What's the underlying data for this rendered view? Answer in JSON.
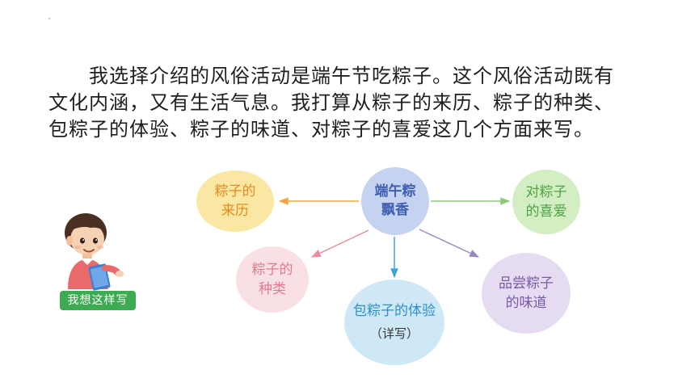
{
  "paragraph": {
    "line1": "我选择介绍的风俗活动是端午节吃粽子。这个风俗活动既有",
    "line2": "文化内涵，又有生活气息。我打算从粽子的来历、粽子的种类、",
    "line3": "包粽子的体验、粽子的味道、对粽子的喜爱这几个方面来写。"
  },
  "mindmap": {
    "center": {
      "line1": "端午粽",
      "line2": "飘香"
    },
    "origin": {
      "line1": "粽子的",
      "line2": "来历"
    },
    "love": {
      "line1": "对粽子",
      "line2": "的喜爱"
    },
    "types": {
      "line1": "粽子的",
      "line2": "种类"
    },
    "experience": {
      "line1": "包粽子的体验",
      "note": "（详写）"
    },
    "taste": {
      "line1": "品尝粽子",
      "line2": "的味道"
    }
  },
  "character": {
    "badge": "我想这样写"
  },
  "colors": {
    "center": "#c6d3f0",
    "origin": "#fbe7a4",
    "love": "#d4eec4",
    "types": "#f9e0e4",
    "experience": "#cfe8f6",
    "taste": "#e6dcf1",
    "badge": "#3cab52"
  }
}
